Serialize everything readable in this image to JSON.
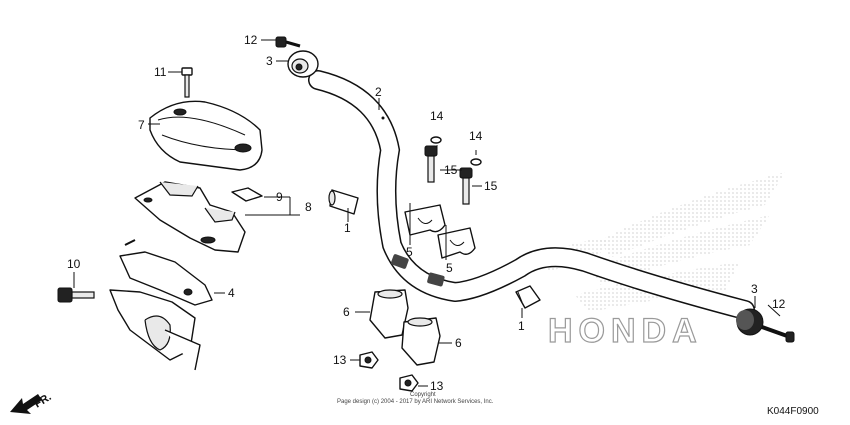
{
  "diagram": {
    "callouts": [
      "1",
      "2",
      "3",
      "4",
      "5",
      "6",
      "7",
      "8",
      "9",
      "10",
      "11",
      "12",
      "13",
      "14",
      "15"
    ],
    "watermark_brand": "HONDA",
    "copyright": "Copyright",
    "copyright_line": "Page design (c) 2004 - 2017 by ARI Network Services, Inc.",
    "diagram_code": "K044F0900",
    "direction_label": "FR."
  }
}
